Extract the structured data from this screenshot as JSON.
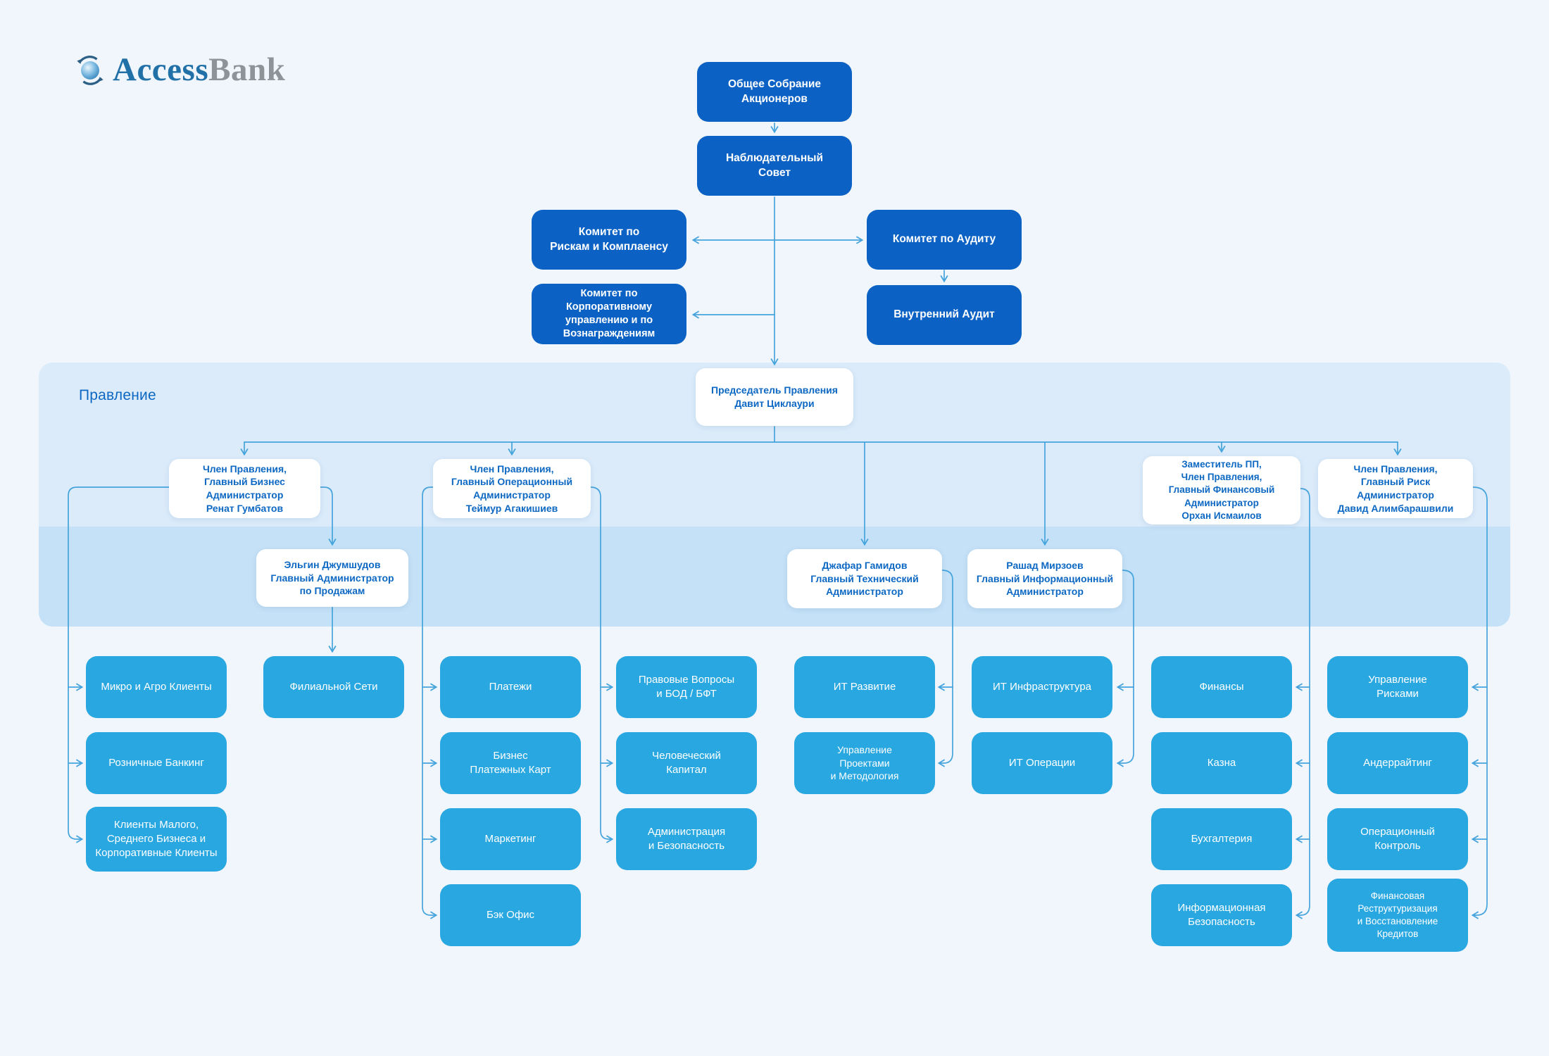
{
  "logo": {
    "access": "Access",
    "bank": "Bank"
  },
  "board_panel": {
    "label": "Правление"
  },
  "colors": {
    "box_dark": "#0B62C4",
    "box_light": "#29A7E1",
    "band_outer": "#DBEBFA",
    "band_inner": "#C5E1F7",
    "background": "#F0F6FB",
    "connector": "#46A4DC",
    "text_blue": "#0D68C3",
    "logo_blue": "#2171A8",
    "logo_gray": "#8F9296"
  },
  "nodes": [
    {
      "id": "general-assembly",
      "style": "dark",
      "label": "Общее Собрание\nАкционеров"
    },
    {
      "id": "supervisory-board",
      "style": "dark",
      "label": "Наблюдательный\nСовет"
    },
    {
      "id": "risk-compliance-committee",
      "style": "dark",
      "label": "Комитет по\nРискам и Комплаенсу"
    },
    {
      "id": "audit-committee",
      "style": "dark",
      "label": "Комитет по Аудиту"
    },
    {
      "id": "corp-governance-committee",
      "style": "dark",
      "label": "Комитет по\nКорпоративному\nуправлению и по\nВознаграждениям"
    },
    {
      "id": "internal-audit",
      "style": "dark",
      "label": "Внутренний Аудит"
    },
    {
      "id": "chairman",
      "style": "white",
      "label": "Председатель Правления\nДавит Циклаури"
    },
    {
      "id": "member-business",
      "style": "white",
      "label": "Член Правления,\nГлавный Бизнес\nАдминистратор\nРенат Гумбатов"
    },
    {
      "id": "member-operations",
      "style": "white",
      "label": "Член Правления,\nГлавный Операционный\nАдминистратор\nТеймур Агакишиев"
    },
    {
      "id": "deputy-cfo",
      "style": "white",
      "label": "Заместитель ПП,\nЧлен Правления,\nГлавный Финансовый\nАдминистратор\nОрхан Исмаилов"
    },
    {
      "id": "member-risk",
      "style": "white",
      "label": "Член Правления,\nГлавный Риск\nАдминистратор\nДавид Алимбарашвили"
    },
    {
      "id": "sales-admin",
      "style": "white",
      "label": "Эльгин Джумшудов\nГлавный Администратор\nпо Продажам"
    },
    {
      "id": "cto",
      "style": "white",
      "label": "Джафар Гамидов\nГлавный Технический\nАдминистратор"
    },
    {
      "id": "cio",
      "style": "white",
      "label": "Рашад Мирзоев\nГлавный Информационный\nАдминистратор"
    },
    {
      "id": "micro-agro",
      "style": "light",
      "label": "Микро и Агро Клиенты"
    },
    {
      "id": "retail-banking",
      "style": "light",
      "label": "Розничные Банкинг"
    },
    {
      "id": "sme-corporate",
      "style": "light",
      "label": "Клиенты Малого,\nСреднего Бизнеса и\nКорпоративные Клиенты"
    },
    {
      "id": "branch-network",
      "style": "light",
      "label": "Филиальной Сети"
    },
    {
      "id": "payments",
      "style": "light",
      "label": "Платежи"
    },
    {
      "id": "business-cards",
      "style": "light",
      "label": "Бизнес\nПлатежных Карт"
    },
    {
      "id": "marketing",
      "style": "light",
      "label": "Маркетинг"
    },
    {
      "id": "back-office",
      "style": "light",
      "label": "Бэк Офис"
    },
    {
      "id": "legal-aml",
      "style": "light",
      "label": "Правовые Вопросы\nи БОД / БФТ"
    },
    {
      "id": "human-capital",
      "style": "light",
      "label": "Человеческий\nКапитал"
    },
    {
      "id": "administration-security",
      "style": "light",
      "label": "Администрация\nи Безопасность"
    },
    {
      "id": "it-development",
      "style": "light",
      "label": "ИТ Развитие"
    },
    {
      "id": "project-management",
      "style": "light",
      "label": "Управление\nПроектами\nи Методология"
    },
    {
      "id": "it-infrastructure",
      "style": "light",
      "label": "ИТ Инфраструктура"
    },
    {
      "id": "it-operations",
      "style": "light",
      "label": "ИТ Операции"
    },
    {
      "id": "finance",
      "style": "light",
      "label": "Финансы"
    },
    {
      "id": "treasury",
      "style": "light",
      "label": "Казна"
    },
    {
      "id": "accounting",
      "style": "light",
      "label": "Бухгалтерия"
    },
    {
      "id": "info-security",
      "style": "light",
      "label": "Информационная\nБезопасность"
    },
    {
      "id": "risk-management",
      "style": "light",
      "label": "Управление\nРисками"
    },
    {
      "id": "underwriting",
      "style": "light",
      "label": "Андеррайтинг"
    },
    {
      "id": "operational-control",
      "style": "light",
      "label": "Операционный\nКонтроль"
    },
    {
      "id": "fin-restructuring",
      "style": "light",
      "label": "Финансовая\nРеструктуризация\nи Восстановление\nКредитов"
    }
  ]
}
